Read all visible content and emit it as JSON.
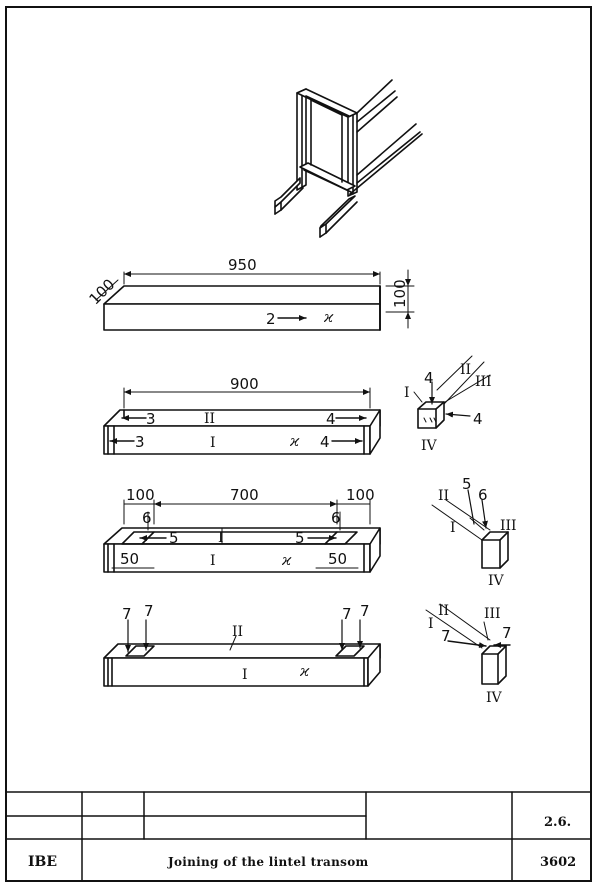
{
  "drawing": {
    "dims": {
      "length_total": "950",
      "depth": "100",
      "height": "100",
      "length_inner": "900",
      "end_left": "100",
      "middle": "700",
      "end_right": "100",
      "mortise_left": "50",
      "mortise_right": "50"
    },
    "refs": {
      "r2": "2",
      "r3": "3",
      "r4": "4",
      "r5": "5",
      "r6": "6",
      "r7": "7"
    },
    "faces": {
      "f1": "I",
      "f2": "II",
      "f3": "III",
      "f4": "IV"
    },
    "mark": "ϰ"
  },
  "title_block": {
    "sheet_code": "2.6.",
    "maker": "IBE",
    "title": "Joining of the lintel transom",
    "number": "3602"
  }
}
